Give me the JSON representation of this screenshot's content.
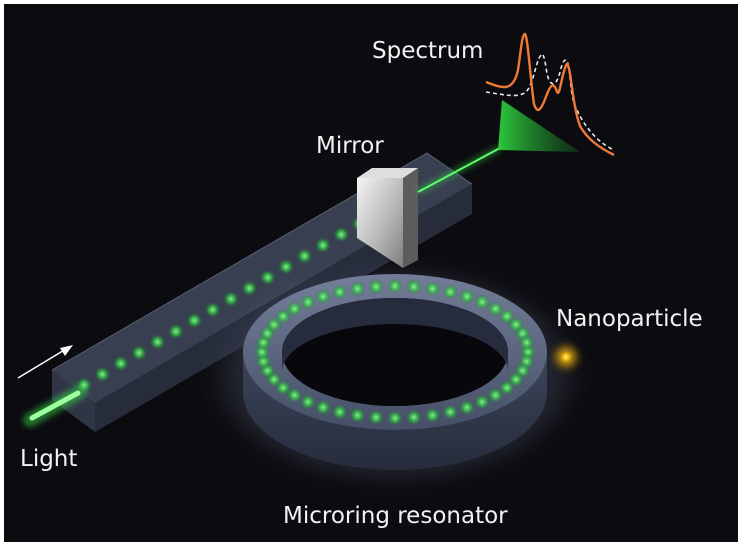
{
  "labels": {
    "spectrum": "Spectrum",
    "mirror": "Mirror",
    "nanoparticle": "Nanoparticle",
    "light": "Light",
    "resonator": "Microring resonator"
  },
  "colors": {
    "background": "#0b0b10",
    "frame": "#ffffff",
    "beam": "#39e84a",
    "mode_glow": "#3fd24f",
    "waveguide": "#5a6680",
    "spectrum_curve": "#f07a35",
    "spectrum_dashed": "#e8e8e8",
    "nanoparticle": "#f2b400"
  },
  "diagram": {
    "waveguide_modes": 17,
    "ring_modes": 44
  }
}
